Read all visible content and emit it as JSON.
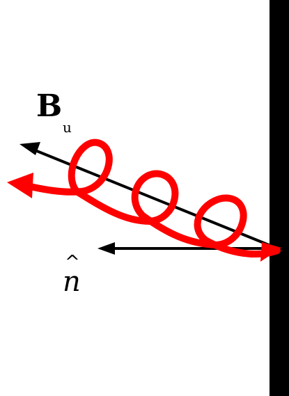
{
  "labels": {
    "field_symbol": "B",
    "field_subscript": "u",
    "normal_hat": "^",
    "normal_symbol": "n"
  },
  "colors": {
    "background": "#ffffff",
    "wall": "#000000",
    "field_line": "#000000",
    "normal_vector": "#000000",
    "particle_path": "#ff0000"
  },
  "icons": {
    "field_arrowhead": "arrowhead-icon",
    "normal_arrowhead": "arrowhead-icon",
    "path_arrowheads": "arrowhead-icon"
  }
}
